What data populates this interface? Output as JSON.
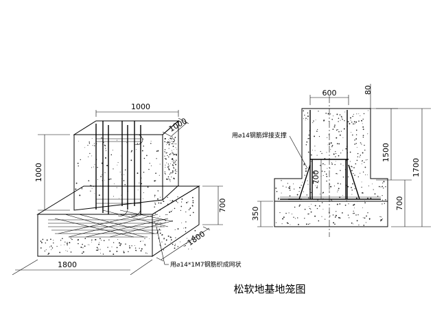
{
  "title": "松软地基地笼图",
  "left_view": {
    "dim_top_width": "1000",
    "dim_top_depth": "1000",
    "dim_column_height": "1000",
    "dim_base_height": "700",
    "dim_base_width": "1800",
    "dim_base_depth": "1800",
    "note_mesh": "用⌀14*1M7钢筋织成网状"
  },
  "right_view": {
    "dim_column_width": "600",
    "dim_top_offset": "80",
    "dim_column_height": "1500",
    "dim_total_height": "1700",
    "dim_inner_height": "700",
    "dim_base_height": "700",
    "dim_slab": "350",
    "note_brace": "用⌀14钢筋焊接支撑"
  },
  "colors": {
    "line": "#000000",
    "concrete_fill": "#ffffff",
    "speckle": "#222222"
  }
}
